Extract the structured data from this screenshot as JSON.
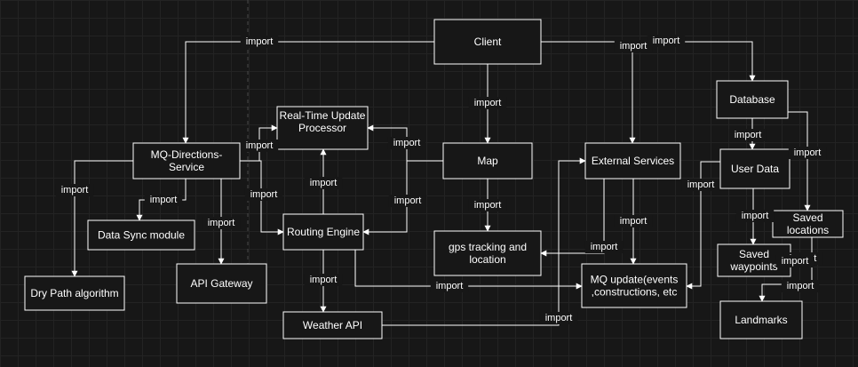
{
  "colors": {
    "background": "#171717",
    "stroke": "#ffffff",
    "text": "#ffffff",
    "grid": "#232323"
  },
  "nodes": {
    "client": [
      "Client"
    ],
    "database": [
      "Database"
    ],
    "mq_directions": [
      "MQ-Directions-",
      "Service"
    ],
    "realtime": [
      "Real-Time Update",
      "Processor"
    ],
    "map": [
      "Map"
    ],
    "external": [
      "External Services"
    ],
    "user_data": [
      "User Data"
    ],
    "data_sync": [
      "Data Sync module"
    ],
    "routing": [
      "Routing Engine"
    ],
    "gps": [
      "gps tracking and",
      "location"
    ],
    "saved_locations": [
      "Saved",
      "locations"
    ],
    "api_gateway": [
      "API Gateway"
    ],
    "saved_waypoints": [
      "Saved",
      "waypoints"
    ],
    "dry_path": [
      "Dry Path algorithm"
    ],
    "mq_update": [
      "MQ update(events",
      ",constructions, etc"
    ],
    "landmarks": [
      "Landmarks"
    ],
    "weather": [
      "Weather API"
    ]
  },
  "edge_label": "import",
  "edges": [
    "client->mq_directions",
    "client->map",
    "client->external",
    "client->database",
    "mq_directions->data_sync",
    "mq_directions->api_gateway",
    "mq_directions->dry_path",
    "mq_directions->realtime",
    "mq_directions->routing",
    "map->realtime",
    "map->routing",
    "map->gps",
    "routing->realtime",
    "routing->weather",
    "routing->mq_update",
    "external->gps",
    "external->mq_update",
    "weather->external",
    "database->user_data",
    "database->saved_locations",
    "user_data->saved_waypoints",
    "user_data->mq_update",
    "saved_waypoints->landmarks"
  ]
}
